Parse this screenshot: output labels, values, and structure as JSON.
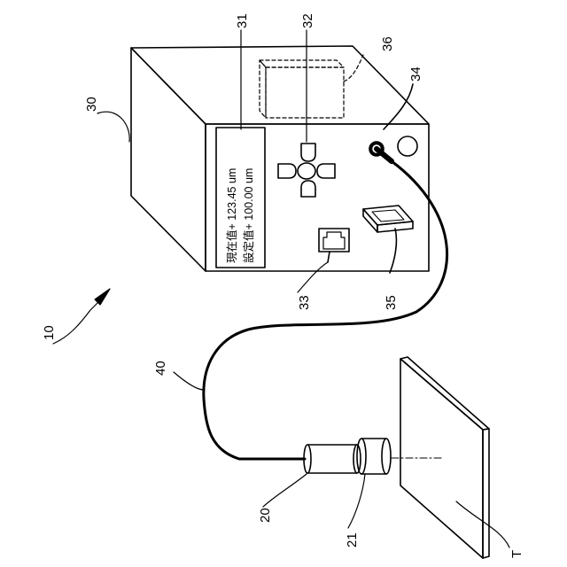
{
  "labels": {
    "device": "10",
    "box": "30",
    "display": "31",
    "dpad": "32",
    "port": "33",
    "connector": "34",
    "card": "35",
    "internal": "36",
    "cable": "40",
    "sensor": "20",
    "sensor_head": "21",
    "target": "T"
  },
  "screen": {
    "line1": "現在值+ 123.45 um",
    "line2": "設定值+ 100.00 um"
  }
}
